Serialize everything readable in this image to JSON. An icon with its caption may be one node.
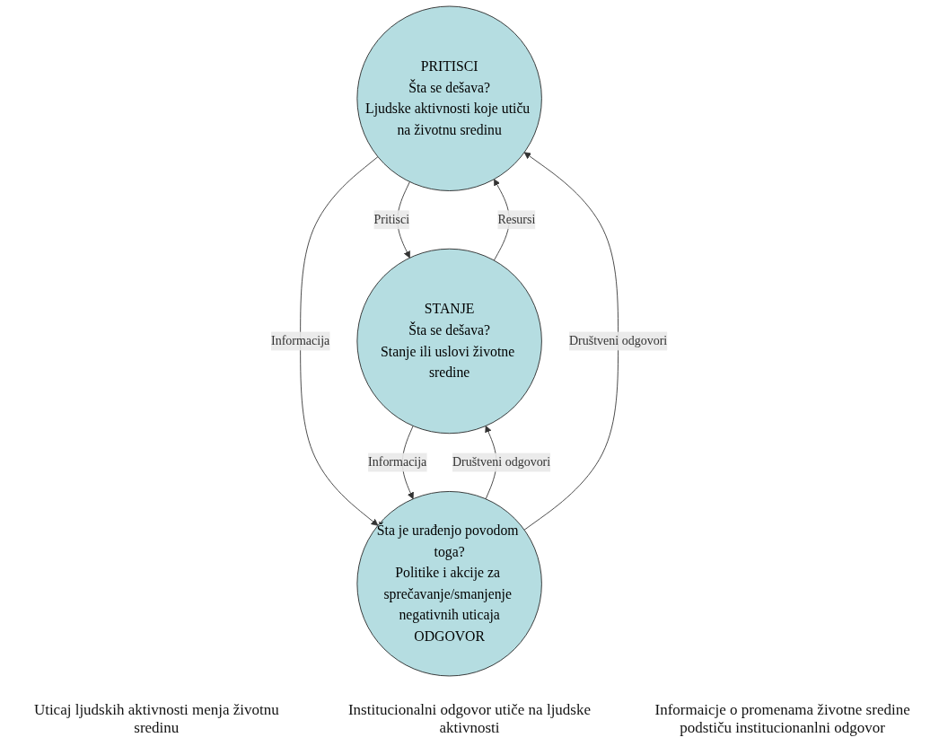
{
  "diagram": {
    "nodes": [
      {
        "text": [
          "PRITISCI",
          "Šta se dešava?",
          "Ljudske aktivnosti koje utiču na životnu sredinu"
        ]
      },
      {
        "text": [
          "STANJE",
          "Šta se dešava?",
          "Stanje ili uslovi životne sredine"
        ]
      },
      {
        "text": [
          "Šta je urađenjo povodom toga?",
          "Politike i akcije za sprečavanje/smanjenje negativnih uticaja",
          "ODGOVOR"
        ]
      }
    ],
    "edges": [
      {
        "from": 0,
        "to": 1,
        "arrow": "to",
        "label": "Pritisci"
      },
      {
        "from": 1,
        "to": 0,
        "arrow": "to",
        "label": "Resursi"
      },
      {
        "from": 0,
        "to": 2,
        "arrow": "to",
        "label": "Informacija"
      },
      {
        "from": 2,
        "to": 1,
        "arrow": "to",
        "label": "Društveni odgovori"
      },
      {
        "from": 1,
        "to": 2,
        "arrow": "to",
        "label": "Informacija"
      },
      {
        "from": 2,
        "to": 0,
        "arrow": "to",
        "label": "Društveni odgovori"
      }
    ],
    "labels": [
      "Uticaj ljudskih aktivnosti menja životnu sredinu",
      "Institucionalni odgovor utiče na ljudske aktivnosti",
      "Informaicje o promenama životne sredine podstiču institucionanlni odgovor"
    ]
  }
}
